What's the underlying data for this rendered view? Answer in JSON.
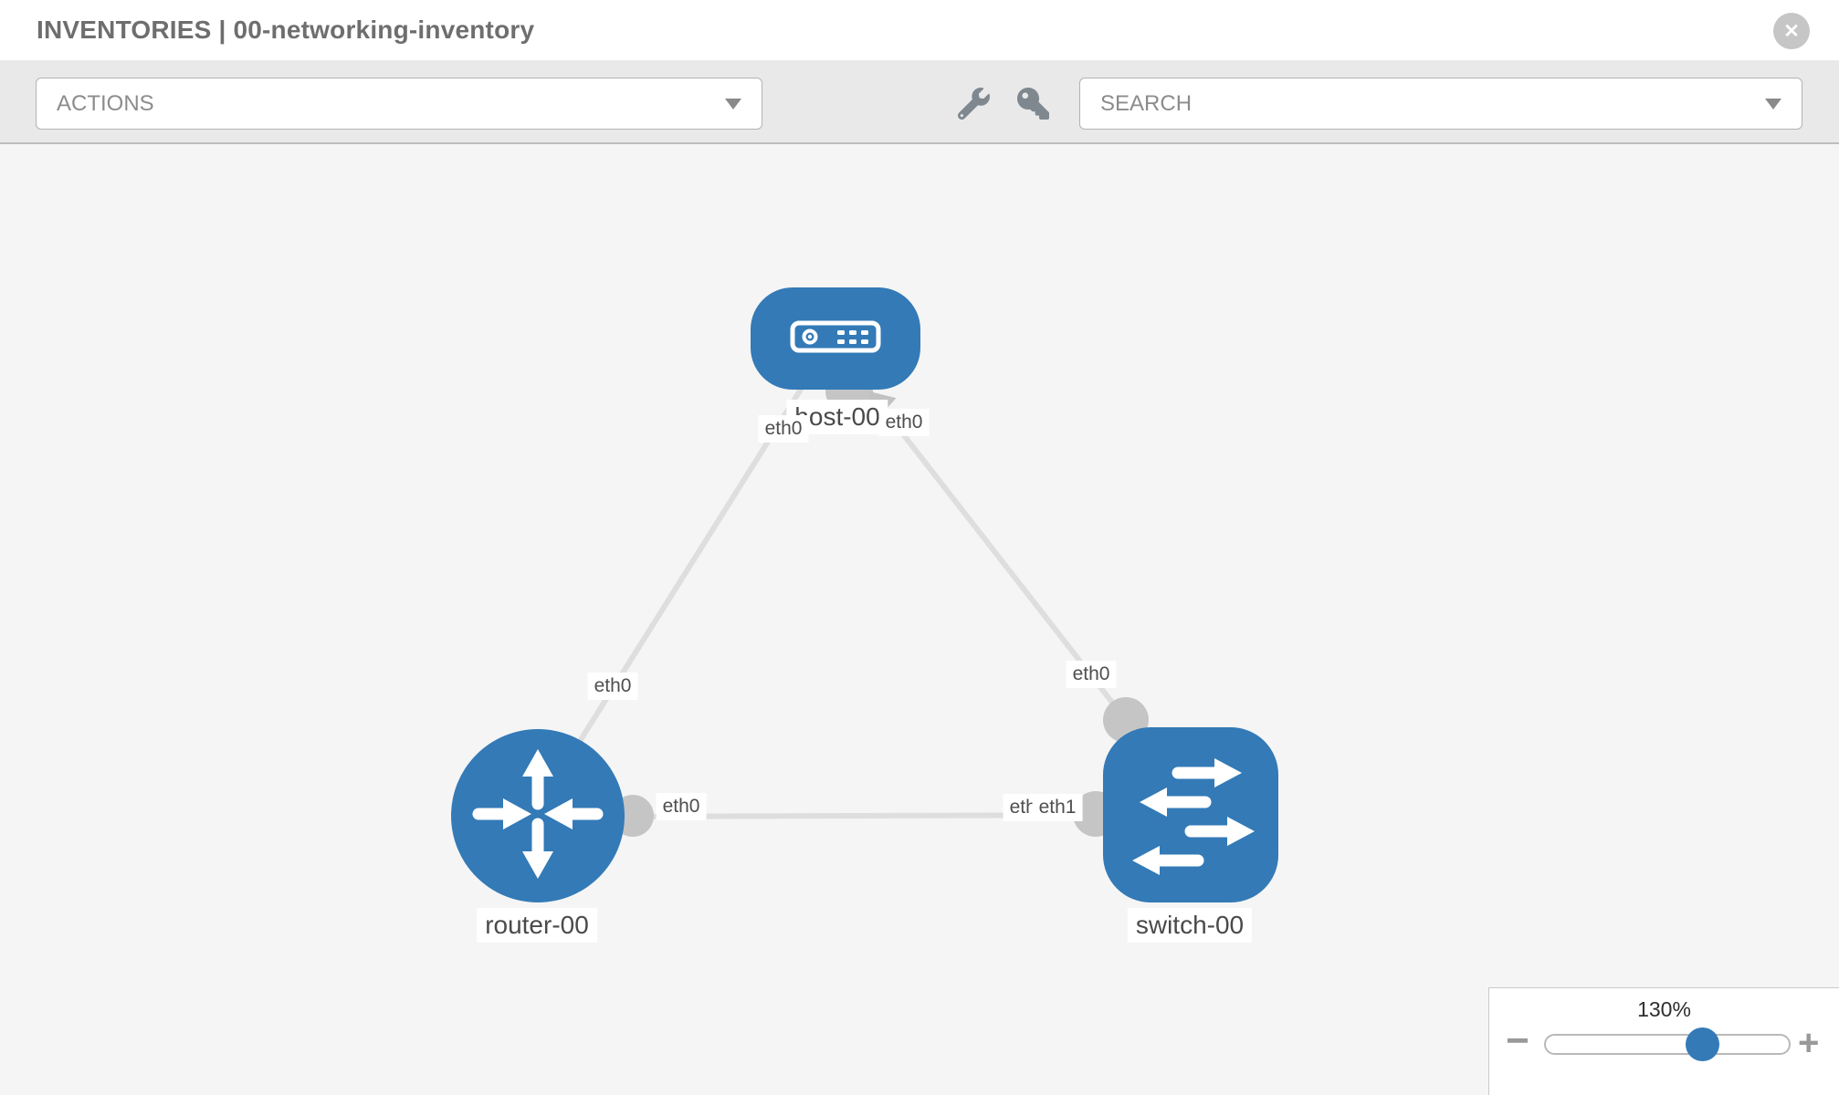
{
  "header": {
    "title": "INVENTORIES | 00-networking-inventory"
  },
  "toolbar": {
    "actions_label": "ACTIONS",
    "search_label": "SEARCH",
    "tool_icons": [
      "wrench-icon",
      "key-icon"
    ]
  },
  "icons": {
    "close": "✕",
    "minus": "−",
    "plus": "+"
  },
  "diagram": {
    "nodes": [
      {
        "label": "host-00",
        "type": "host",
        "icon": "server-icon"
      },
      {
        "label": "router-00",
        "type": "router",
        "icon": "router-crossed-arrows-icon"
      },
      {
        "label": "switch-00",
        "type": "switch",
        "icon": "switch-arrows-icon"
      }
    ],
    "links": [
      {
        "from": "host-00",
        "to": "router-00"
      },
      {
        "from": "host-00",
        "to": "switch-00"
      },
      {
        "from": "router-00",
        "to": "switch-00"
      }
    ],
    "interfaces": [
      {
        "text": "eth0"
      },
      {
        "text": "eth0"
      },
      {
        "text": "eth0"
      },
      {
        "text": "eth0"
      },
      {
        "text": "eth0"
      },
      {
        "text": "eth0"
      },
      {
        "text": "eth1"
      }
    ]
  },
  "zoom_control": {
    "level": "130%",
    "percent": 64
  },
  "colors": {
    "node_blue": "#337ab7",
    "edge": "#dedede",
    "connector": "#c5c5c5",
    "canvas_bg": "#f5f5f5",
    "toolbar_bg": "#e9e9e9"
  }
}
